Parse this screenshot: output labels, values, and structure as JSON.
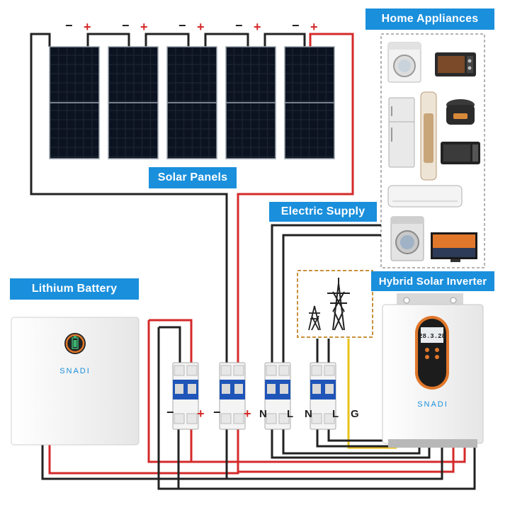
{
  "labels": {
    "home_appliances": "Home Appliances",
    "solar_panels": "Solar Panels",
    "electric_supply": "Electric Supply",
    "lithium_battery": "Lithium Battery",
    "hybrid_inverter": "Hybrid Solar Inverter"
  },
  "panel_terminals": {
    "negative": "−",
    "positive": "+"
  },
  "breakers": [
    {
      "left": "−",
      "right": "+"
    },
    {
      "left": "−",
      "right": "+"
    },
    {
      "left": "N",
      "right": "L"
    },
    {
      "left": "N",
      "right": "L"
    }
  ],
  "ground_label": "G",
  "battery_brand": "SNADI",
  "inverter_brand": "SNADI",
  "inverter_display": "28.3.28",
  "colors": {
    "accent": "#1a8fdc",
    "positive_wire": "#d42a2a",
    "negative_wire": "#222222",
    "ground_wire": "#e8c21a"
  }
}
